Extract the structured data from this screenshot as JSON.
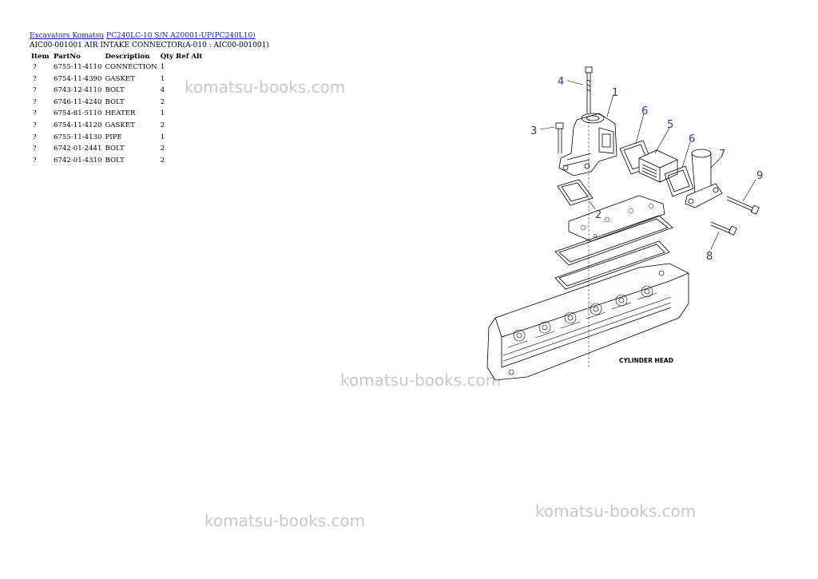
{
  "breadcrumb": {
    "link1": "Excavators Komatsu",
    "link2": "PC240LC-10 S/N A20001-UP(PC240L10)"
  },
  "subtitle": "AIC00-001001 AIR INTAKE CONNECTOR(A-010 : AIC00-001001)",
  "table": {
    "headers": [
      "Item",
      "PartNo",
      "Description",
      "Qty",
      "Ref",
      "Alt"
    ],
    "rows": [
      {
        "item": "?",
        "part": "6755-11-4110",
        "desc": "CONNECTION",
        "qty": "1"
      },
      {
        "item": "?",
        "part": "6754-11-4390",
        "desc": "GASKET",
        "qty": "1"
      },
      {
        "item": "?",
        "part": "6743-12-4110",
        "desc": "BOLT",
        "qty": "4"
      },
      {
        "item": "?",
        "part": "6746-11-4240",
        "desc": "BOLT",
        "qty": "2"
      },
      {
        "item": "?",
        "part": "6754-81-5110",
        "desc": "HEATER",
        "qty": "1"
      },
      {
        "item": "?",
        "part": "6754-11-4120",
        "desc": "GASKET",
        "qty": "2"
      },
      {
        "item": "?",
        "part": "6755-11-4130",
        "desc": "PIPE",
        "qty": "1"
      },
      {
        "item": "?",
        "part": "6742-01-2441",
        "desc": "BOLT",
        "qty": "2"
      },
      {
        "item": "?",
        "part": "6742-01-4310",
        "desc": "BOLT",
        "qty": "2"
      }
    ]
  },
  "watermark": "komatsu-books.com",
  "diagram": {
    "callouts": [
      "1",
      "2",
      "3",
      "4",
      "5",
      "6",
      "6",
      "7",
      "8",
      "9"
    ],
    "head_label": "CYLINDER HEAD"
  },
  "colors": {
    "link": "#1a1aa6",
    "callout": "#1f3a9e",
    "watermark": "#c8c8c8"
  }
}
